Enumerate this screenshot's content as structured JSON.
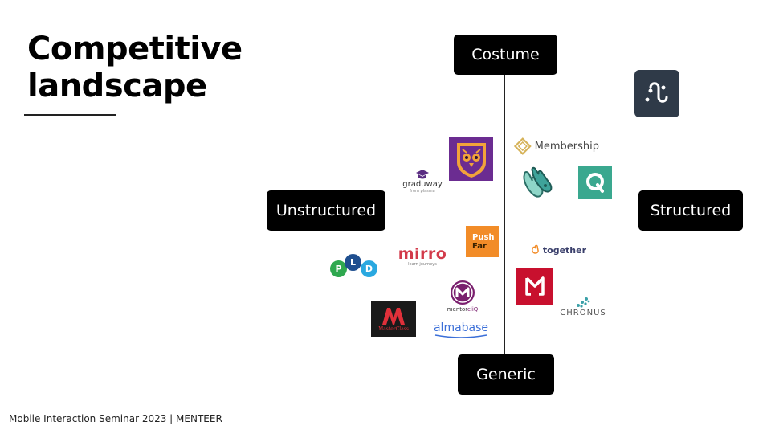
{
  "slide": {
    "title_line1": "Competitive",
    "title_line2": "landscape",
    "footer": "Mobile Interaction Seminar 2023 | MENTEER"
  },
  "axes": {
    "top": "Costume",
    "bottom": "Generic",
    "left": "Unstructured",
    "right": "Structured"
  },
  "logos": {
    "membership": "Membership",
    "graduway": "graduway",
    "graduway_sub": "from plasma",
    "push_1": "Push",
    "push_2": "Far",
    "mirro": "mirro",
    "mirro_sub": "learn journeys",
    "together": "together",
    "pld_p": "P",
    "pld_l": "L",
    "pld_d": "D",
    "mentorcliq_prefix": "mentor",
    "mentorcliq_suffix": "cliQ",
    "masterclass": "MasterClass",
    "almabase": "almabase",
    "chronus": "CHRONUS"
  },
  "colors": {
    "axis_label_bg": "#000000",
    "menteer_tile": "#2f3a48",
    "owl_purple": "#6b2c91",
    "q_teal": "#3aa88f",
    "push_orange": "#f28c28",
    "mirro_red": "#d23a4a",
    "mentorcliq_purple": "#7a1f6e",
    "masterclass_bg": "#1a1a1a",
    "masterclass_red": "#e0303a",
    "almabase_blue": "#3b6fd8",
    "red_logo": "#c8102e",
    "chronus_teal": "#3aa0a8",
    "membership_gold": "#d6b35a",
    "hands_teal": "#3fa39a"
  }
}
